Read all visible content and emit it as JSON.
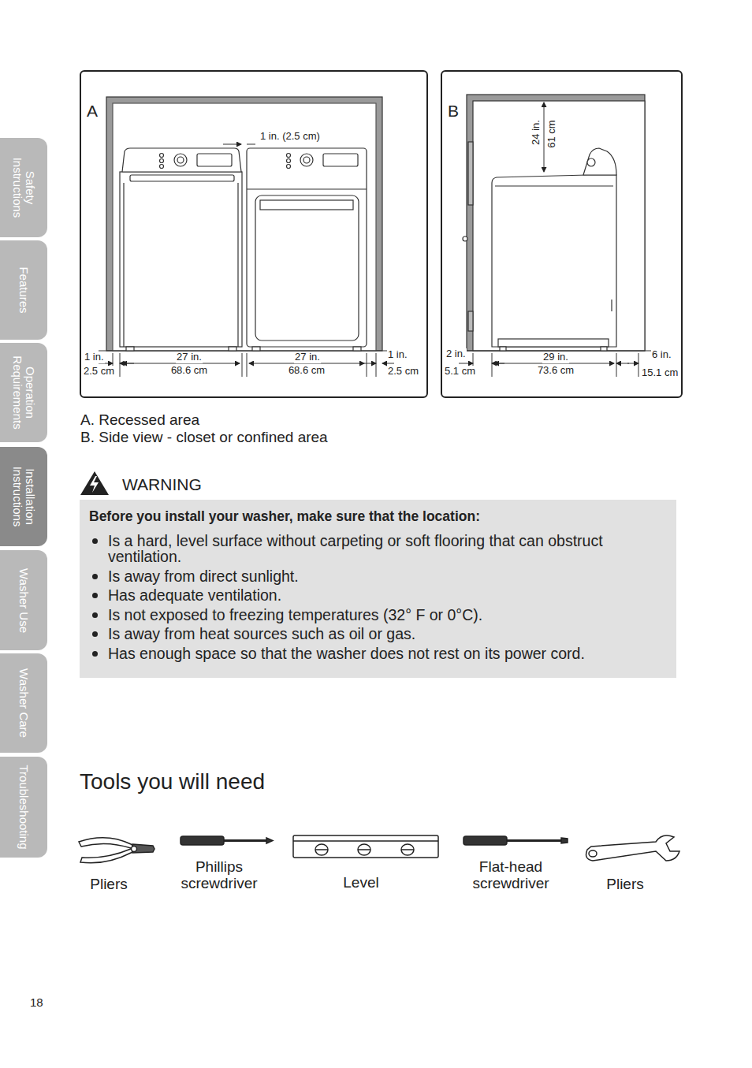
{
  "diagram": {
    "nodes": [
      {
        "text": [
          "Safety Instructions"
        ]
      },
      {
        "text": [
          "Features"
        ]
      },
      {
        "text": [
          "Operation Requirements"
        ]
      },
      {
        "text": [
          "Installation Instructions"
        ]
      },
      {
        "text": [
          "Washer Use"
        ]
      },
      {
        "text": [
          "Washer Care"
        ]
      },
      {
        "text": [
          "Troubleshooting"
        ]
      },
      {
        "text": [
          "A"
        ]
      },
      {
        "text": [
          "B"
        ]
      },
      {
        "text": [
          "WARNING",
          "Before you install your washer, make sure that the location:",
          "Is a hard, level surface without carpeting or soft flooring that can obstruct ventilation.",
          "Is away from direct sunlight.",
          "Has adequate ventilation.",
          "Is not exposed to freezing temperatures (32° F or 0°C).",
          "Is away from heat sources such as oil or gas.",
          "Has enough space so that the washer does not rest on its power cord."
        ]
      }
    ],
    "labels": [
      "1 in. (2.5 cm)",
      "1 in.",
      "2.5 cm",
      "27 in.",
      "68.6 cm",
      "27 in.",
      "68.6 cm",
      "1 in.",
      "2.5 cm",
      "24 in.",
      "61 cm",
      "2 in.",
      "5.1 cm",
      "29 in.",
      "73.6 cm",
      "6 in.",
      "15.1 cm",
      "A. Recessed area",
      "B. Side view - closet or confined area",
      "Tools you will need",
      "Pliers",
      "Phillips screwdriver",
      "Level",
      "Flat-head screwdriver",
      "Pliers",
      "18"
    ]
  }
}
